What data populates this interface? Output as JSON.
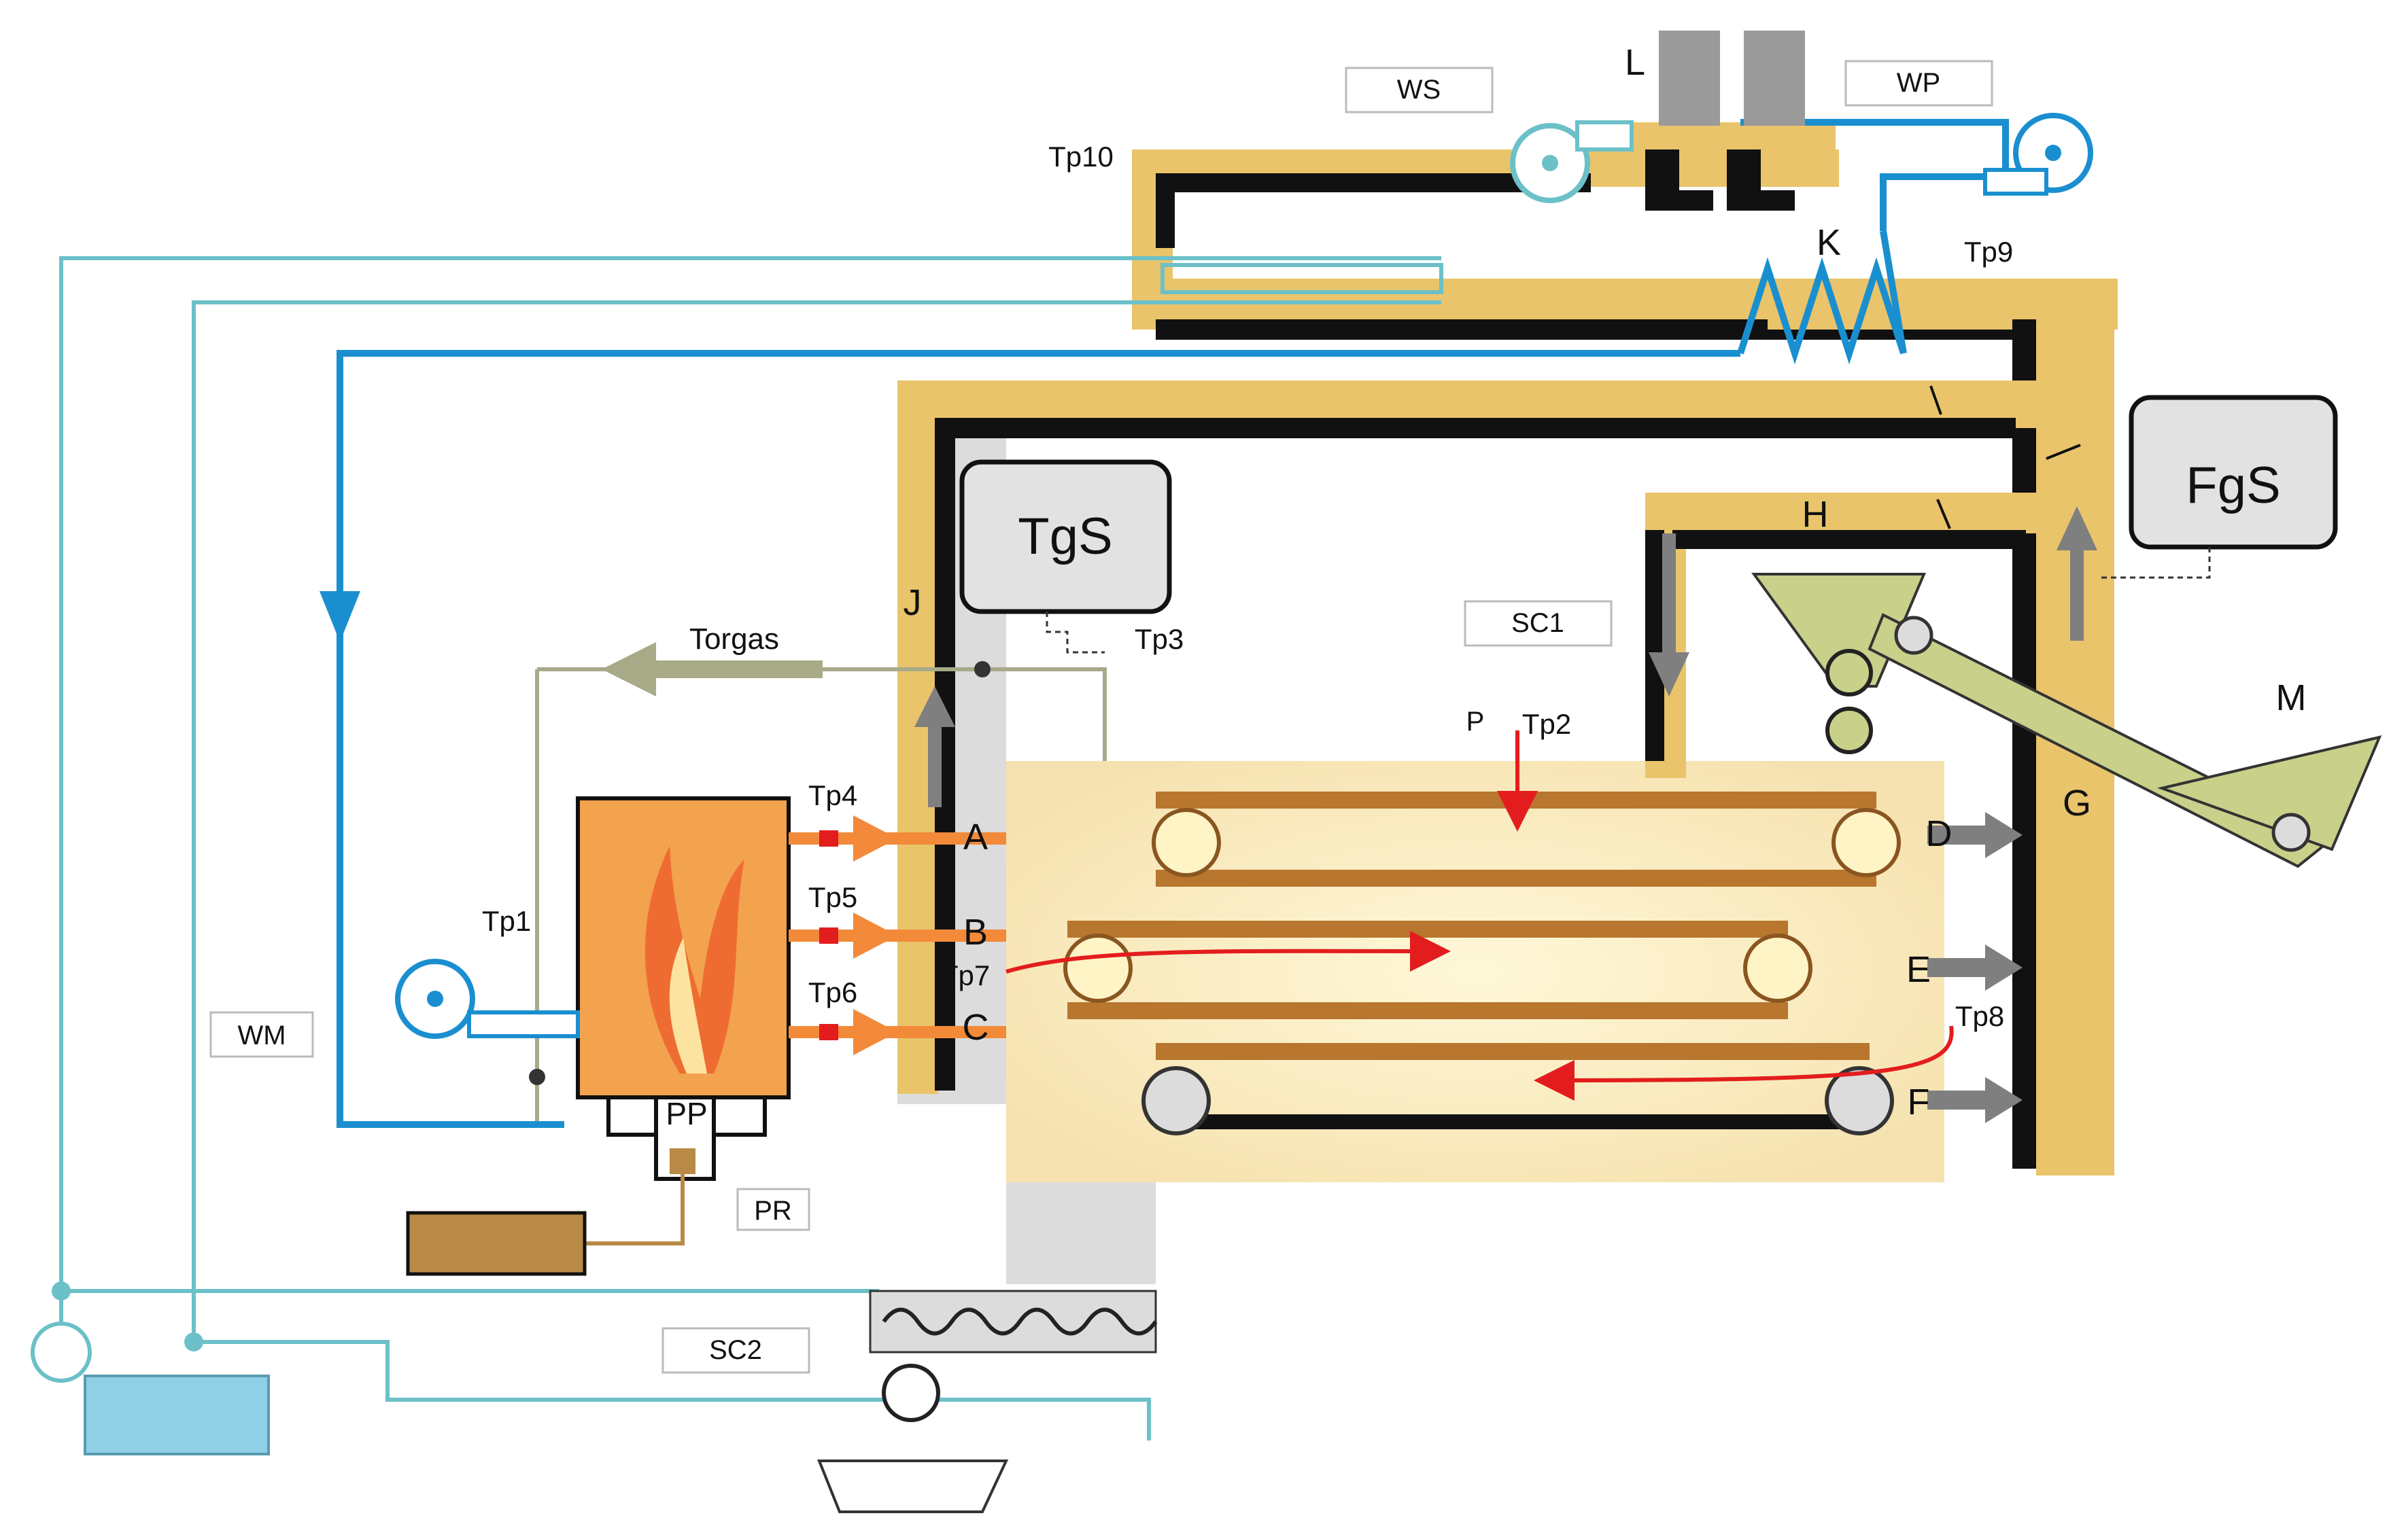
{
  "colors": {
    "duct": "#e9c46a",
    "duct_edge": "#c99a2e",
    "wall": "#111111",
    "water_dark": "#1a8fd0",
    "water_light": "#6cc0c8",
    "torgas_line": "#a8aa88",
    "furnace": "#f3a24e",
    "belt": "#b8762e",
    "hot_core": "#fff4c6",
    "red": "#e31d1d",
    "gray_arrow": "#7f7f7f",
    "hopper": "#c8d08a",
    "tank": "#8fd0e6",
    "storage": "#b98a46",
    "casing": "#d9d9d9"
  },
  "labels": {
    "WS": "WS",
    "WP": "WP",
    "WM": "WM",
    "SC1": "SC1",
    "SC2": "SC2",
    "PR": "PR",
    "PP": "PP",
    "TgS": "TgS",
    "FgS": "FgS",
    "Torgas": "Torgas",
    "P": "P",
    "L": "L",
    "K": "K",
    "J": "J",
    "H": "H",
    "G": "G",
    "M": "M",
    "A": "A",
    "B": "B",
    "C": "C",
    "D": "D",
    "E": "E",
    "F": "F",
    "Tp1": "Tp1",
    "Tp2": "Tp2",
    "Tp3": "Tp3",
    "Tp4": "Tp4",
    "Tp5": "Tp5",
    "Tp6": "Tp6",
    "Tp7": "Tp7",
    "Tp8": "Tp8",
    "Tp9": "Tp9",
    "Tp10": "Tp10"
  }
}
